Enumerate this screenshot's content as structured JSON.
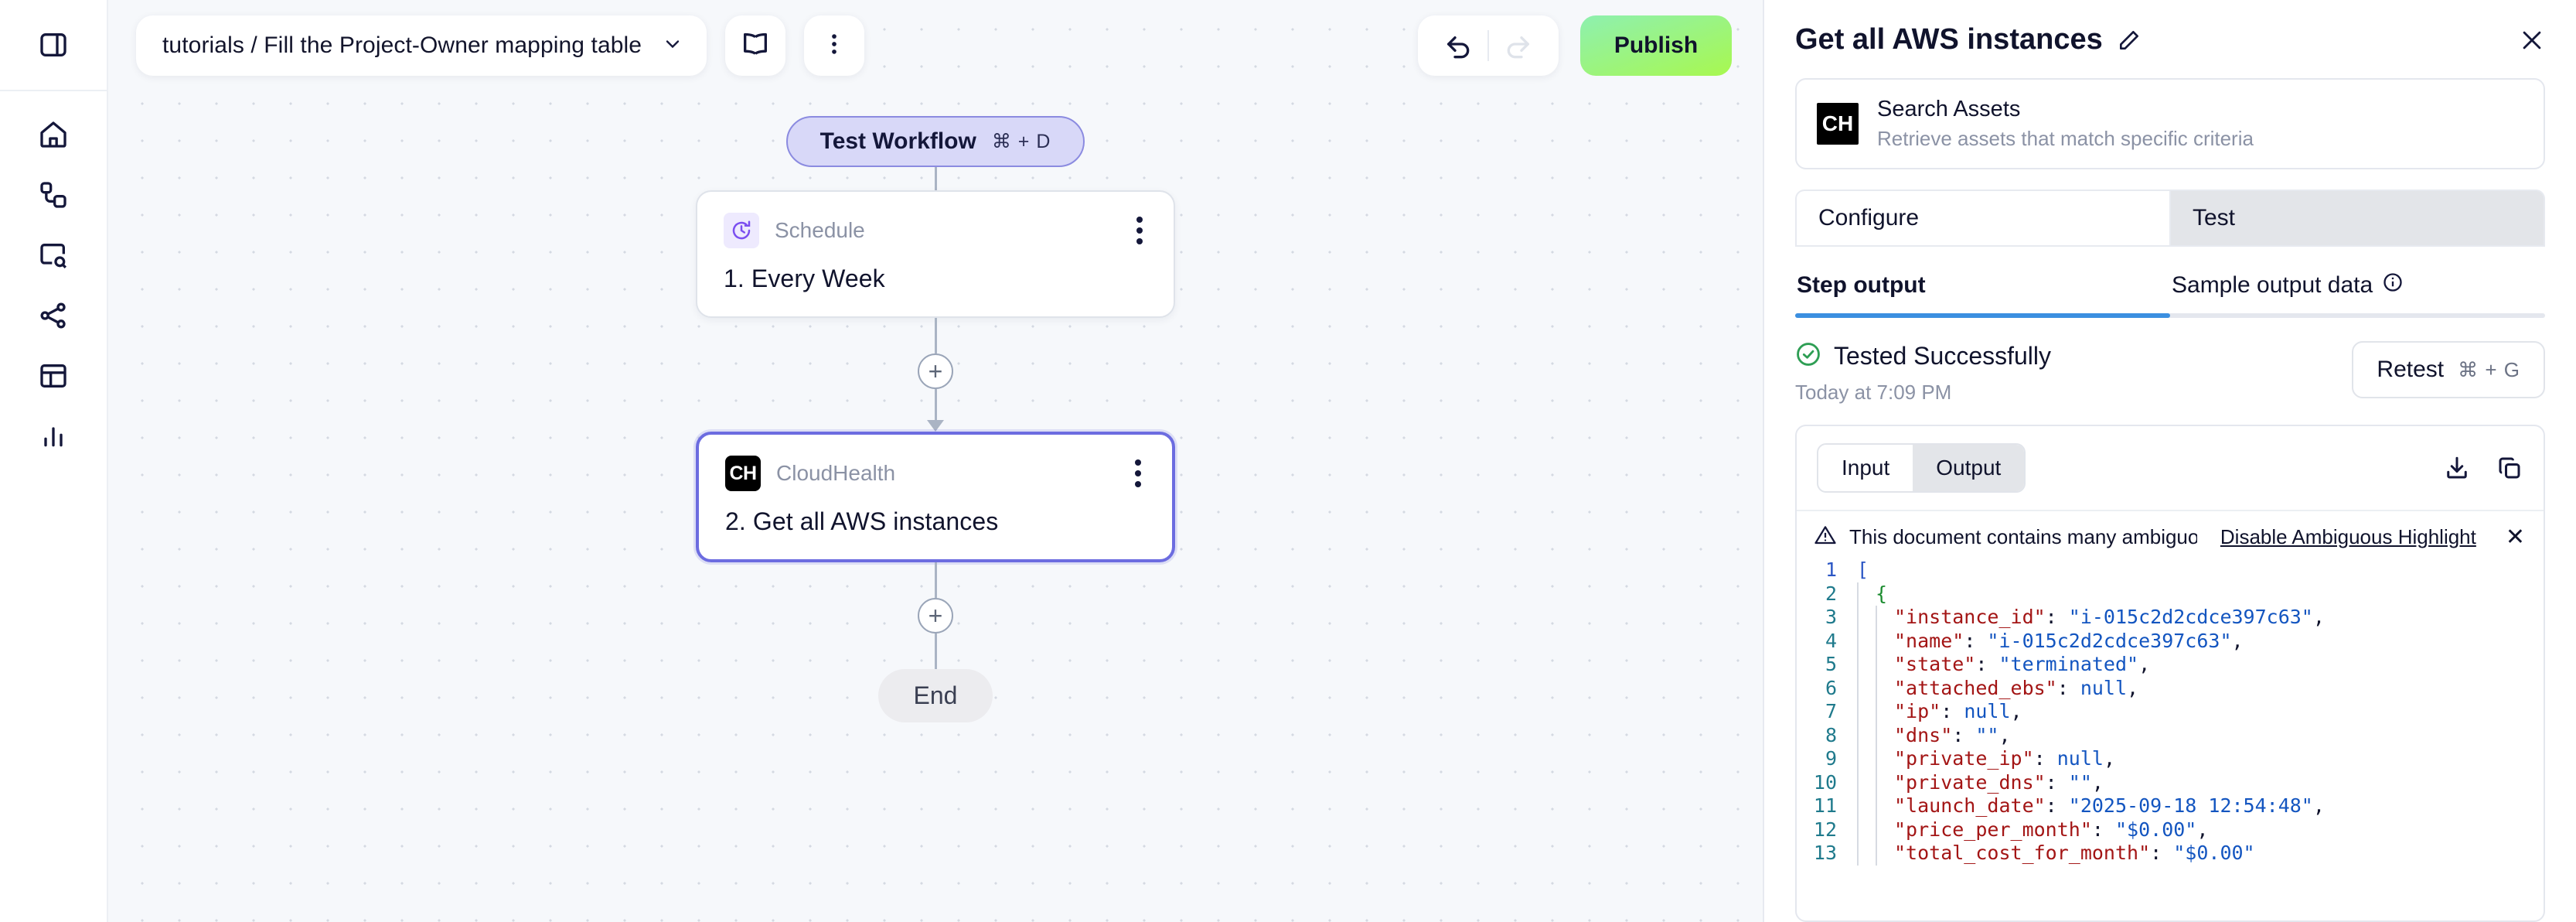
{
  "rail": {
    "toggle_icon": "panel-toggle-icon",
    "items": [
      {
        "icon": "home-icon",
        "name": "home"
      },
      {
        "icon": "workflows-icon",
        "name": "workflows"
      },
      {
        "icon": "search-box-icon",
        "name": "search"
      },
      {
        "icon": "share-network-icon",
        "name": "integrations"
      },
      {
        "icon": "table-icon",
        "name": "tables"
      },
      {
        "icon": "bar-chart-icon",
        "name": "analytics"
      }
    ]
  },
  "toolbar": {
    "workflow_path": "tutorials / Fill the Project-Owner mapping table",
    "chevron_icon": "chevron-down-icon",
    "docs_icon": "book-icon",
    "more_icon": "kebab-menu-icon",
    "undo_icon": "undo-icon",
    "redo_icon": "redo-icon",
    "publish_label": "Publish"
  },
  "canvas": {
    "test_workflow": {
      "label": "Test Workflow",
      "shortcut": "⌘ + D"
    },
    "nodes": [
      {
        "badge": "◴",
        "badge_kind": "schedule",
        "type": "Schedule",
        "title": "1. Every Week",
        "selected": false
      },
      {
        "badge": "CH",
        "badge_kind": "cloudhealth",
        "type": "CloudHealth",
        "title": "2. Get all AWS instances",
        "selected": true
      }
    ],
    "add_button_label": "+",
    "end_label": "End"
  },
  "panel": {
    "title": "Get all AWS instances",
    "edit_icon": "pencil-icon",
    "close_icon": "close-icon",
    "asset": {
      "badge": "CH",
      "name": "Search Assets",
      "description": "Retrieve assets that match specific criteria"
    },
    "tabs": [
      {
        "label": "Configure",
        "active": false
      },
      {
        "label": "Test",
        "active": true
      }
    ],
    "subtabs": [
      {
        "label": "Step output",
        "selected": true,
        "info_icon": false
      },
      {
        "label": "Sample output data",
        "selected": false,
        "info_icon": true
      }
    ],
    "status": {
      "icon": "check-circle-icon",
      "text": "Tested Successfully",
      "timestamp": "Today at 7:09 PM",
      "color": "#2e9e54"
    },
    "retest": {
      "label": "Retest",
      "shortcut": "⌘ + G"
    },
    "io_toggle": [
      {
        "label": "Input",
        "on": false
      },
      {
        "label": "Output",
        "on": true
      }
    ],
    "download_icon": "download-icon",
    "copy_icon": "copy-icon",
    "warning": {
      "icon": "warning-triangle-icon",
      "text": "This document contains many ambiguous unicode characters",
      "action": "Disable Ambiguous Highlight",
      "close": "✕"
    },
    "code_lines": [
      {
        "n": "1",
        "depth": 0,
        "tokens": [
          {
            "t": "[",
            "c": "br-blue"
          }
        ]
      },
      {
        "n": "2",
        "depth": 1,
        "tokens": [
          {
            "t": "{",
            "c": "br-green"
          }
        ]
      },
      {
        "n": "3",
        "depth": 2,
        "tokens": [
          {
            "t": "\"instance_id\"",
            "c": "k"
          },
          {
            "t": ": ",
            "c": "p"
          },
          {
            "t": "\"i-015c2d2cdce397c63\"",
            "c": "s"
          },
          {
            "t": ",",
            "c": "p"
          }
        ]
      },
      {
        "n": "4",
        "depth": 2,
        "tokens": [
          {
            "t": "\"name\"",
            "c": "k"
          },
          {
            "t": ": ",
            "c": "p"
          },
          {
            "t": "\"i-015c2d2cdce397c63\"",
            "c": "s"
          },
          {
            "t": ",",
            "c": "p"
          }
        ]
      },
      {
        "n": "5",
        "depth": 2,
        "tokens": [
          {
            "t": "\"state\"",
            "c": "k"
          },
          {
            "t": ": ",
            "c": "p"
          },
          {
            "t": "\"terminated\"",
            "c": "s"
          },
          {
            "t": ",",
            "c": "p"
          }
        ]
      },
      {
        "n": "6",
        "depth": 2,
        "tokens": [
          {
            "t": "\"attached_ebs\"",
            "c": "k"
          },
          {
            "t": ": ",
            "c": "p"
          },
          {
            "t": "null",
            "c": "n"
          },
          {
            "t": ",",
            "c": "p"
          }
        ]
      },
      {
        "n": "7",
        "depth": 2,
        "tokens": [
          {
            "t": "\"ip\"",
            "c": "k"
          },
          {
            "t": ": ",
            "c": "p"
          },
          {
            "t": "null",
            "c": "n"
          },
          {
            "t": ",",
            "c": "p"
          }
        ]
      },
      {
        "n": "8",
        "depth": 2,
        "tokens": [
          {
            "t": "\"dns\"",
            "c": "k"
          },
          {
            "t": ": ",
            "c": "p"
          },
          {
            "t": "\"\"",
            "c": "s"
          },
          {
            "t": ",",
            "c": "p"
          }
        ]
      },
      {
        "n": "9",
        "depth": 2,
        "tokens": [
          {
            "t": "\"private_ip\"",
            "c": "k"
          },
          {
            "t": ": ",
            "c": "p"
          },
          {
            "t": "null",
            "c": "n"
          },
          {
            "t": ",",
            "c": "p"
          }
        ]
      },
      {
        "n": "10",
        "depth": 2,
        "tokens": [
          {
            "t": "\"private_dns\"",
            "c": "k"
          },
          {
            "t": ": ",
            "c": "p"
          },
          {
            "t": "\"\"",
            "c": "s"
          },
          {
            "t": ",",
            "c": "p"
          }
        ]
      },
      {
        "n": "11",
        "depth": 2,
        "tokens": [
          {
            "t": "\"launch_date\"",
            "c": "k"
          },
          {
            "t": ": ",
            "c": "p"
          },
          {
            "t": "\"2025-09-18 12:54:48\"",
            "c": "s"
          },
          {
            "t": ",",
            "c": "p"
          }
        ]
      },
      {
        "n": "12",
        "depth": 2,
        "tokens": [
          {
            "t": "\"price_per_month\"",
            "c": "k"
          },
          {
            "t": ": ",
            "c": "p"
          },
          {
            "t": "\"$0.00\"",
            "c": "s"
          },
          {
            "t": ",",
            "c": "p"
          }
        ]
      },
      {
        "n": "13",
        "depth": 2,
        "tokens": [
          {
            "t": "\"total_cost_for_month\"",
            "c": "k"
          },
          {
            "t": ": ",
            "c": "p"
          },
          {
            "t": "\"$0.00\"",
            "c": "s"
          }
        ]
      }
    ]
  }
}
